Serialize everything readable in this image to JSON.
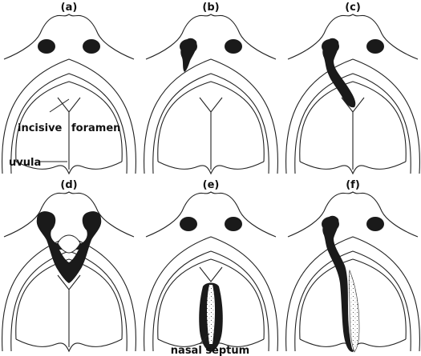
{
  "panels": [
    {
      "id": "a",
      "label": "(a)"
    },
    {
      "id": "b",
      "label": "(b)"
    },
    {
      "id": "c",
      "label": "(c)"
    },
    {
      "id": "d",
      "label": "(d)"
    },
    {
      "id": "e",
      "label": "(e)"
    },
    {
      "id": "f",
      "label": "(f)"
    }
  ],
  "annotations": {
    "incisive": "incisive",
    "foramen": "foramen",
    "uvula": "uvula",
    "nasal_septum": "nasal septum"
  },
  "colors": {
    "ink": "#1a1a1a",
    "stroke": "#222222",
    "background": "#ffffff"
  }
}
